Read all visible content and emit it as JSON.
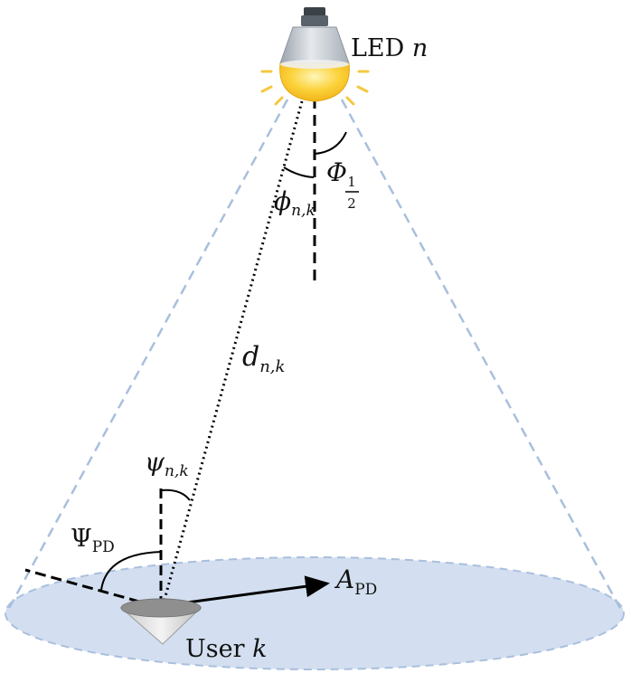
{
  "labels": {
    "led_text": "LED",
    "led_index": "n",
    "user_text": "User",
    "user_index": "k",
    "distance_sym": "d",
    "distance_sub": "n,k",
    "irradiance_sym": "ϕ",
    "irradiance_sub": "n,k",
    "incidence_sym": "ψ",
    "incidence_sub": "n,k",
    "fov_sym": "Ψ",
    "fov_sub": "PD",
    "area_sym": "A",
    "area_sub": "PD",
    "half_angle_sym": "Φ",
    "half_angle_num": "1",
    "half_angle_den": "2"
  },
  "colors": {
    "cone": "#a9bfdd",
    "floor_fill": "#d3dff0",
    "floor_stroke": "#a9bfdd",
    "bulb": "#f8cf2a",
    "lamp_cap": "#c2c8cf",
    "detector": "#8f8f8f",
    "lines": "#000000"
  }
}
